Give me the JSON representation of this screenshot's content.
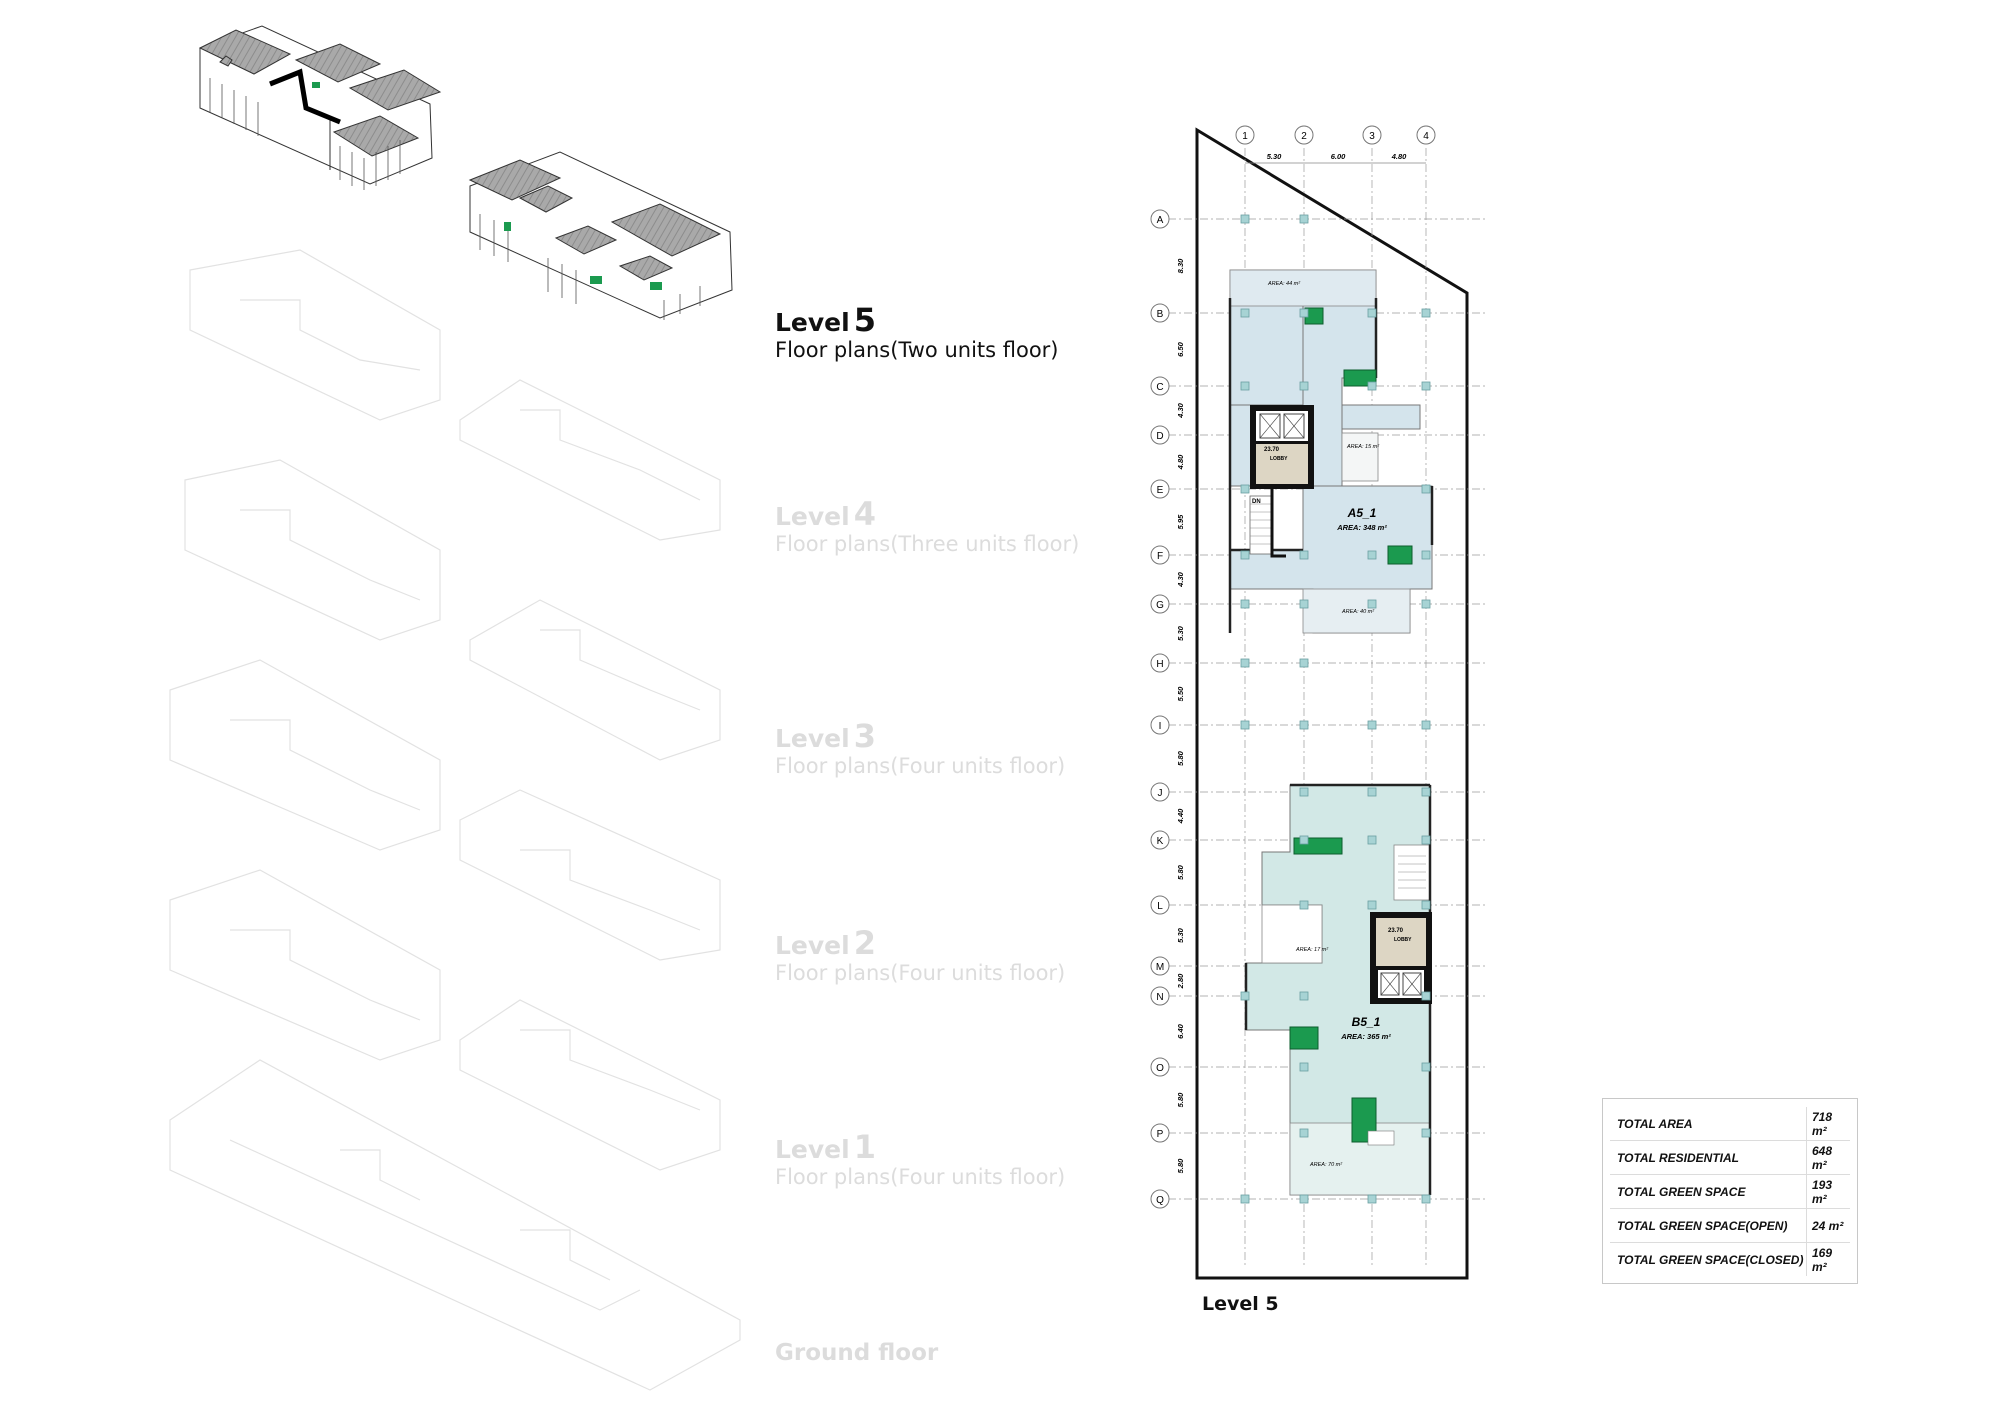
{
  "levels": [
    {
      "word": "Level",
      "num": "5",
      "subtitle": "Floor plans(Two units floor)",
      "active": true
    },
    {
      "word": "Level",
      "num": "4",
      "subtitle": "Floor plans(Three units floor)",
      "active": false
    },
    {
      "word": "Level",
      "num": "3",
      "subtitle": "Floor plans(Four units floor)",
      "active": false
    },
    {
      "word": "Level",
      "num": "2",
      "subtitle": "Floor plans(Four units floor)",
      "active": false
    },
    {
      "word": "Level",
      "num": "1",
      "subtitle": "Floor plans(Four units floor)",
      "active": false
    }
  ],
  "ground_floor_label": "Ground floor",
  "plan": {
    "caption": "Level 5",
    "column_grid": [
      "1",
      "2",
      "3",
      "4"
    ],
    "column_dims": [
      "5.30",
      "6.00",
      "4.80"
    ],
    "row_grid": [
      "A",
      "B",
      "C",
      "D",
      "E",
      "F",
      "G",
      "H",
      "I",
      "J",
      "K",
      "L",
      "M",
      "N",
      "O",
      "P",
      "Q"
    ],
    "row_dims": [
      "8.30",
      "6.50",
      "4.30",
      "4.80",
      "5.95",
      "4.30",
      "5.30",
      "5.50",
      "5.80",
      "4.40",
      "5.80",
      "5.30",
      "2.80",
      "6.40",
      "5.80",
      "5.80"
    ],
    "unit_a": {
      "name": "A5_1",
      "area": "AREA: 348 m²"
    },
    "unit_b": {
      "name": "B5_1",
      "area": "AREA: 365 m²"
    },
    "small_areas": [
      "AREA: 44 m²",
      "AREA: 15 m²",
      "AREA: 40 m²",
      "AREA: 17 m²",
      "AREA: 70 m²"
    ],
    "lobby_level": "23.70",
    "lobby_label": "LOBBY",
    "stair_label": "DN",
    "colors": {
      "unit_a_fill": "#d4e4ec",
      "unit_b_fill": "#d2e8e6",
      "lobby_fill": "#ddd6c4",
      "green": "#1b9a4f"
    }
  },
  "summary": [
    {
      "label": "TOTAL AREA",
      "value": "718 m²"
    },
    {
      "label": "TOTAL RESIDENTIAL",
      "value": "648 m²"
    },
    {
      "label": "TOTAL GREEN SPACE",
      "value": "193 m²"
    },
    {
      "label": "TOTAL GREEN SPACE(OPEN)",
      "value": "24 m²"
    },
    {
      "label": "TOTAL GREEN SPACE(CLOSED)",
      "value": "169 m²"
    }
  ]
}
